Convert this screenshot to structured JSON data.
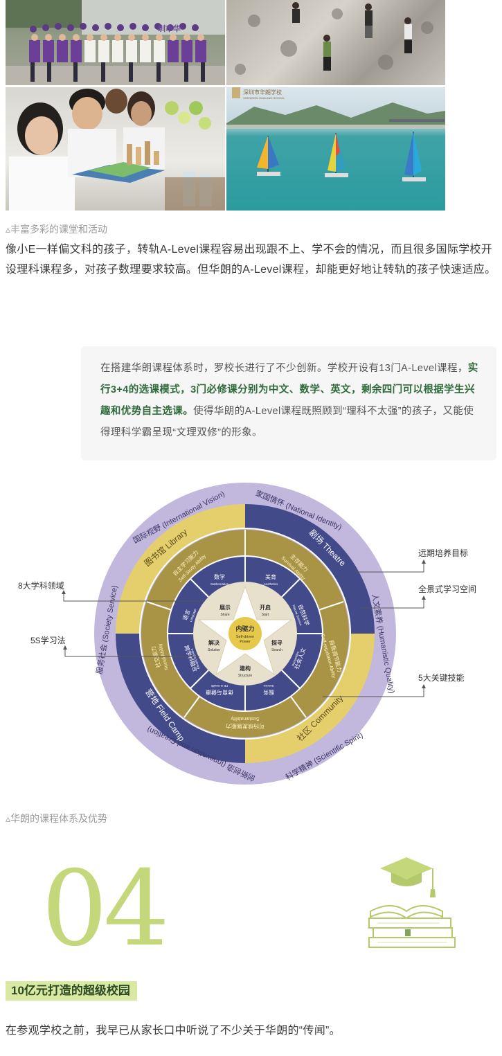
{
  "photos": {
    "team_alt": "教职员工合影",
    "team_banner": "圳市华",
    "climb_alt": "攀岩活动",
    "science_alt": "科学课堂",
    "sail_alt": "帆船活动",
    "sail_logo": "深圳市华朗学校",
    "sail_logo_en": "SHENZHEN HUALANG SCHOOL"
  },
  "captions": {
    "photos": "▵丰富多彩的课堂和活动",
    "diagram": "▵华朗的课程体系及优势"
  },
  "intro_paragraph": "像小E一样偏文科的孩子，转轨A-Level课程容易出现跟不上、学不会的情况，而且很多国际学校开设理科课程多，对孩子数理要求较高。但华朗的A-Level课程，却能更好地让转轨的孩子快速适应。",
  "quote": {
    "part1": "在搭建华朗课程体系时，罗校长进行了不少创新。学校开设有13门A-Level课程，",
    "highlight": "实行3+4的选课模式，3门必修课分别为中文、数学、英文，剩余四门可以根据学生兴趣和优势自主选课。",
    "part2": "使得华朗的A-Level课程既照顾到“理科不太强”的孩子，又能使得理科学霸呈现“文理双修”的形象。"
  },
  "diagram": {
    "center": {
      "zh": "内驱力",
      "en1": "Self-driven",
      "en2": "Power"
    },
    "star": [
      {
        "zh": "开启",
        "en": "Start"
      },
      {
        "zh": "探寻",
        "en": "Search"
      },
      {
        "zh": "建构",
        "en": "Structure"
      },
      {
        "zh": "解决",
        "en": "Solution"
      },
      {
        "zh": "展示",
        "en": "Share"
      }
    ],
    "subjects": [
      {
        "zh": "数学",
        "en": "Mathematics"
      },
      {
        "zh": "美育",
        "en": "Aesthetics"
      },
      {
        "zh": "自然科学",
        "en": "Natural Science"
      },
      {
        "zh": "社会人文",
        "en": "Humanities"
      },
      {
        "zh": "服务",
        "en": "Service"
      },
      {
        "zh": "体育与健康",
        "en": "PE & Health"
      },
      {
        "zh": "跨学科融合",
        "en": "Interdisciplinary"
      },
      {
        "zh": "语言",
        "en": "Language"
      }
    ],
    "skills": [
      {
        "zh": "自主学习能力",
        "en": "Self-Study Ability"
      },
      {
        "zh": "生存能力",
        "en": "Survival Ability"
      },
      {
        "zh": "自我调节能力",
        "en": "Self-regulation Ability"
      },
      {
        "zh": "可持续发展能力",
        "en": "Sustainability"
      },
      {
        "zh": "社交能力",
        "en": "Social Ability"
      }
    ],
    "spaces": [
      "图书馆 Library",
      "剧场 Theatre",
      "社区 Community",
      "营地 Field Camp"
    ],
    "outer": [
      "家国情怀 (National Identity)",
      "人文素养 (Humanistic Quality)",
      "科学精神 (Scientific Spirit)",
      "创新创造 (Innovation and Creation)",
      "服务社会 (Society Service)",
      "国际视野 (International Vision)"
    ],
    "callouts": {
      "left1": "8大学科领域",
      "left2": "5S学习法",
      "right1": "远期培养目标",
      "right2": "全景式学习空间",
      "right3": "5大关键技能"
    },
    "colors": {
      "outer": "#c2b7dc",
      "navy": "#434a8a",
      "gold": "#e5cf6c",
      "olive": "#a99446",
      "inner_gold": "#c9b458"
    }
  },
  "section": {
    "number": "04",
    "title": "10亿元打造的超级校园"
  },
  "closing_paragraph": "在参观学校之前，我早已从家长口中听说了不少关于华朗的“传闻”。"
}
